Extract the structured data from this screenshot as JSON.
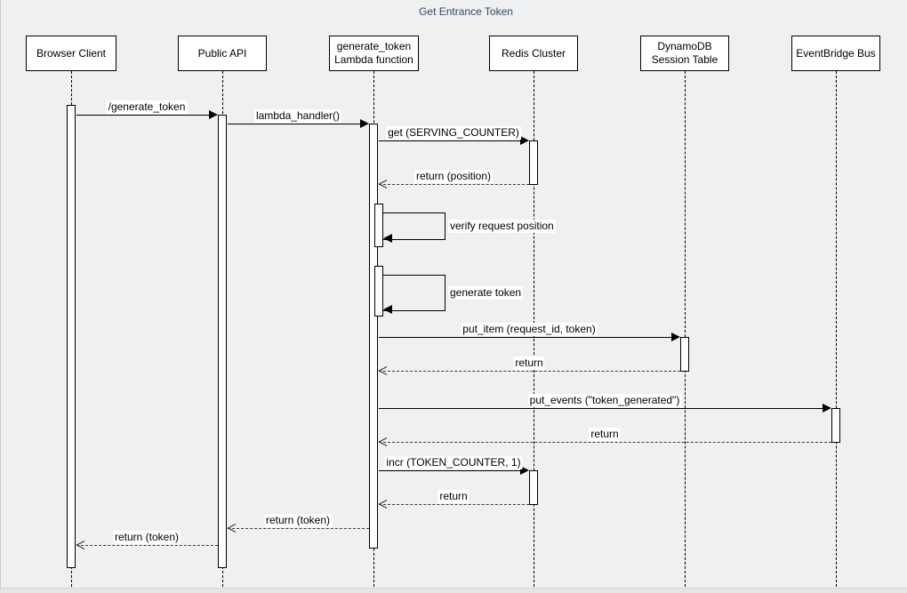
{
  "title": "Get Entrance Token",
  "diagram_type": "uml-sequence",
  "participants": [
    {
      "label": "Browser Client"
    },
    {
      "label": "Public API"
    },
    {
      "label": "generate_token\nLambda function"
    },
    {
      "label": "Redis Cluster"
    },
    {
      "label": "DynamoDB\nSession Table"
    },
    {
      "label": "EventBridge Bus"
    }
  ],
  "messages": [
    {
      "label": "/generate_token",
      "from": "Browser Client",
      "to": "Public API",
      "kind": "sync"
    },
    {
      "label": "lambda_handler()",
      "from": "Public API",
      "to": "generate_token Lambda function",
      "kind": "sync"
    },
    {
      "label": "get (SERVING_COUNTER)",
      "from": "generate_token Lambda function",
      "to": "Redis Cluster",
      "kind": "sync"
    },
    {
      "label": "return (position)",
      "from": "Redis Cluster",
      "to": "generate_token Lambda function",
      "kind": "return"
    },
    {
      "label": "verify request position",
      "from": "generate_token Lambda function",
      "to": "generate_token Lambda function",
      "kind": "self"
    },
    {
      "label": "generate token",
      "from": "generate_token Lambda function",
      "to": "generate_token Lambda function",
      "kind": "self"
    },
    {
      "label": "put_item (request_id, token)",
      "from": "generate_token Lambda function",
      "to": "DynamoDB Session Table",
      "kind": "sync"
    },
    {
      "label": "return",
      "from": "DynamoDB Session Table",
      "to": "generate_token Lambda function",
      "kind": "return"
    },
    {
      "label": "put_events (\"token_generated\")",
      "from": "generate_token Lambda function",
      "to": "EventBridge Bus",
      "kind": "sync"
    },
    {
      "label": "return",
      "from": "EventBridge Bus",
      "to": "generate_token Lambda function",
      "kind": "return"
    },
    {
      "label": "incr (TOKEN_COUNTER, 1)",
      "from": "generate_token Lambda function",
      "to": "Redis Cluster",
      "kind": "sync"
    },
    {
      "label": "return",
      "from": "Redis Cluster",
      "to": "generate_token Lambda function",
      "kind": "return"
    },
    {
      "label": "return (token)",
      "from": "generate_token Lambda function",
      "to": "Public API",
      "kind": "return"
    },
    {
      "label": "return (token)",
      "from": "Public API",
      "to": "Browser Client",
      "kind": "return"
    }
  ],
  "colors": {
    "background": "#eef0f1",
    "shape_fill": "#ffffff",
    "shape_stroke": "#000000",
    "title_text": "#3b4a5a",
    "return_line": "#3b3b3b"
  }
}
